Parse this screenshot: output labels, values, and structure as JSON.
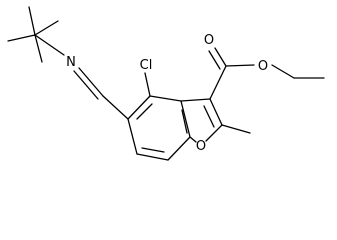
{
  "structure": {
    "atoms": [
      {
        "id": "N1",
        "label": "N"
      },
      {
        "id": "Cl1",
        "label": "Cl"
      },
      {
        "id": "O1",
        "label": "O"
      },
      {
        "id": "O2",
        "label": "O"
      },
      {
        "id": "O3",
        "label": "O"
      }
    ],
    "colors": {
      "stroke": "#000000",
      "label": "#000000",
      "background": "#ffffff"
    }
  }
}
